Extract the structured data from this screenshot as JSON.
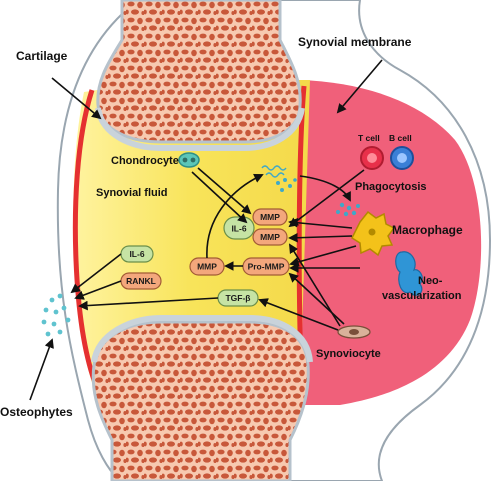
{
  "labels": {
    "cartilage": "Cartilage",
    "synovial_membrane": "Synovial membrane",
    "chondrocyte": "Chondrocyte",
    "synovial_fluid": "Synovial fluid",
    "t_cell": "T cell",
    "b_cell": "B cell",
    "phagocytosis": "Phagocytosis",
    "macrophage": "Macrophage",
    "neovascularization_line1": "Neo-",
    "neovascularization_line2": "vascularization",
    "synoviocyte": "Synoviocyte",
    "osteophytes": "Osteophytes"
  },
  "molecules": {
    "il6_center": "IL-6",
    "mmp_upper": "MMP",
    "mmp_lower": "MMP",
    "mmp_left": "MMP",
    "pro_mmp": "Pro-MMP",
    "tgf_beta": "TGF-β",
    "il6_left": "IL-6",
    "rankl": "RANKL"
  },
  "colors": {
    "synovial_membrane": "#f0607a",
    "synovial_fluid": "#f6e35a",
    "cartilage_rim": "#e53030",
    "bone": "#f7c9b0",
    "bone_pore": "#c8583a",
    "il6_pill": "#c6e3a4",
    "mmp_pill": "#f3a77c",
    "osteophyte_dot": "#5fc3cf",
    "t_cell": "#e8304a",
    "b_cell": "#3a7fd6",
    "macrophage": "#f3c21a",
    "vessel": "#2f95d6"
  }
}
